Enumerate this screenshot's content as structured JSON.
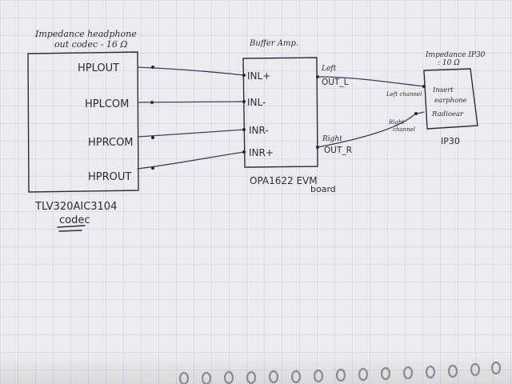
{
  "codec": {
    "note_line1": "Impedance headphone",
    "note_line2": "out codec - 16 Ω",
    "pins": [
      "HPLOUT",
      "HPLCOM",
      "HPRCOM",
      "HPROUT"
    ],
    "chip_name": "TLV320AIC3104",
    "chip_label": "codec"
  },
  "buffer": {
    "title": "Buffer Amp.",
    "inputs": [
      "INL+",
      "INL-",
      "INR-",
      "INR+"
    ],
    "outputs": [
      "OUT_L",
      "OUT_R"
    ],
    "board_line1": "OPA1622 EVM",
    "board_line2": "board"
  },
  "channels": {
    "left_out": "Left",
    "right_out": "Right",
    "left_in": "Left channel",
    "right_in_line1": "Right",
    "right_in_line2": "channel"
  },
  "earphone": {
    "note_line1": "Impedance IP30",
    "note_line2": ": 10 Ω",
    "box_line1": "Insert",
    "box_line2": "earphone",
    "box_line3": "Radioear",
    "model": "IP30"
  }
}
